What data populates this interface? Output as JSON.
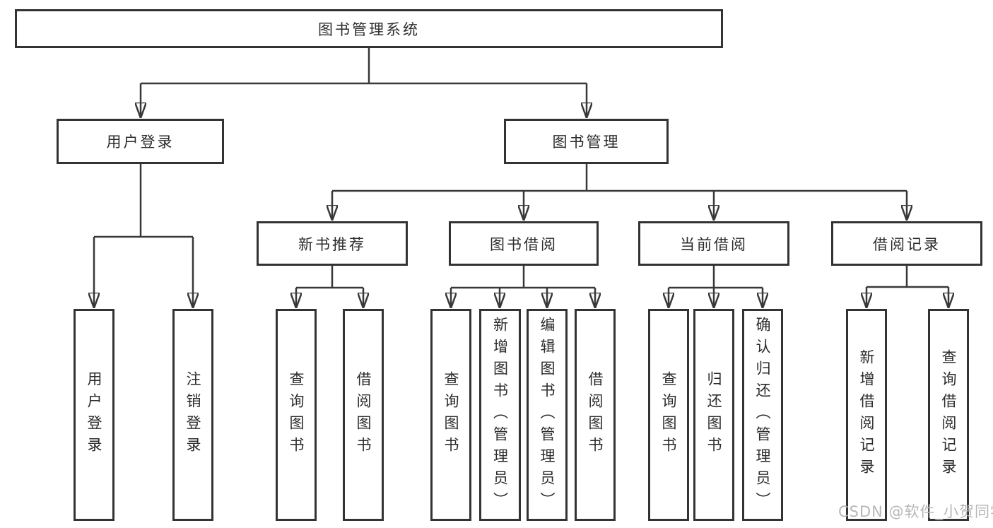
{
  "diagram": {
    "root": {
      "label": "图书管理系统"
    },
    "level2": [
      {
        "label": "用户登录"
      },
      {
        "label": "图书管理"
      }
    ],
    "level3": [
      {
        "label": "新书推荐"
      },
      {
        "label": "图书借阅"
      },
      {
        "label": "当前借阅"
      },
      {
        "label": "借阅记录"
      }
    ],
    "leaves": {
      "user_login": [
        {
          "label": "用户登录"
        },
        {
          "label": "注销登录"
        }
      ],
      "new_book": [
        {
          "label": "查询图书"
        },
        {
          "label": "借阅图书"
        }
      ],
      "book_borrow": [
        {
          "label": "查询图书"
        },
        {
          "label": "新增图书（管理员）"
        },
        {
          "label": "编辑图书（管理员）"
        },
        {
          "label": "借阅图书"
        }
      ],
      "current_borrow": [
        {
          "label": "查询图书"
        },
        {
          "label": "归还图书"
        },
        {
          "label": "确认归还（管理员）"
        }
      ],
      "borrow_record": [
        {
          "label": "新增借阅记录"
        },
        {
          "label": "查询借阅记录"
        }
      ]
    },
    "watermark": "CSDN @软件_小贺同学",
    "colors": {
      "line": "#38383a",
      "box_border": "#333335",
      "text": "#2b2b2e",
      "watermark": "#b7b7b7",
      "background": "#ffffff"
    }
  }
}
